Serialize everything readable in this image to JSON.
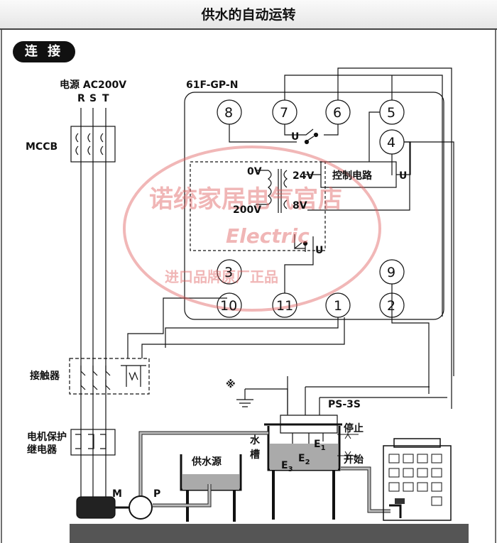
{
  "title": "供水的自动运转",
  "section_label": "连 接",
  "power": {
    "label": "电源 AC200V",
    "phases": [
      "R",
      "S",
      "T"
    ]
  },
  "mccb_label": "MCCB",
  "contactor_label": "接触器",
  "motor_relay_label": [
    "电机保护",
    "继电器"
  ],
  "relay_model": "61F-GP-N",
  "terminals": [
    "8",
    "7",
    "6",
    "5",
    "4",
    "3",
    "9",
    "10",
    "11",
    "1",
    "2"
  ],
  "relay_contact_label": "U",
  "control_circuit": "控制电路",
  "control_u": "U",
  "voltages": {
    "v0": "0V",
    "v200": "200V",
    "v24": "24V",
    "v8": "8V"
  },
  "ground_mark": "※",
  "sensor_model": "PS-3S",
  "electrodes": {
    "e1": "E",
    "e1_sub": "1",
    "e2": "E",
    "e2_sub": "2",
    "e3": "E",
    "e3_sub": "3"
  },
  "tank_label": [
    "水",
    "槽"
  ],
  "water_source": "供水源",
  "stop_label": "停止",
  "start_label": "开始",
  "motor_label": "M",
  "pump_label": "P",
  "watermark": {
    "cn": "诺统家居电气官店",
    "en": "Electric",
    "sub": "进口品牌原厂正品"
  }
}
